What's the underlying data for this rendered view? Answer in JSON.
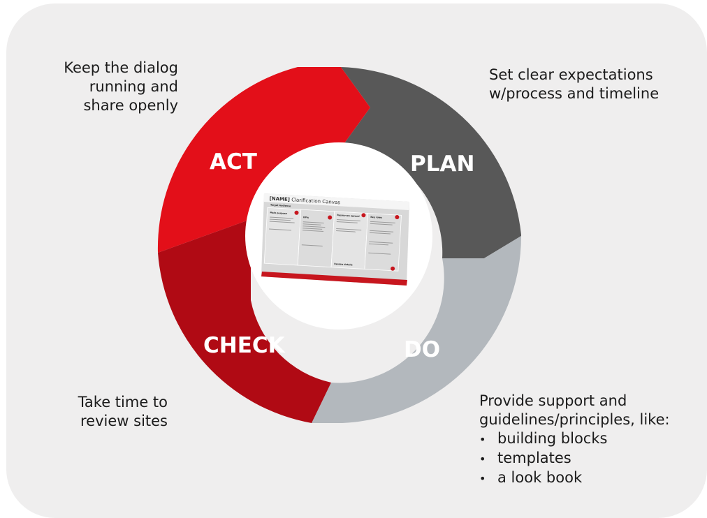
{
  "cycle": {
    "act": {
      "label": "ACT",
      "color": "#e30f19"
    },
    "plan": {
      "label": "PLAN",
      "color": "#585858"
    },
    "do": {
      "label": "DO",
      "color": "#b3b8bd"
    },
    "check": {
      "label": "CHECK",
      "color": "#b00a14"
    }
  },
  "notes": {
    "act": [
      "Keep the dialog",
      "running and",
      "share openly"
    ],
    "plan": [
      "Set clear expectations",
      "w/process and timeline"
    ],
    "check": [
      "Take time to",
      "review sites"
    ],
    "do": {
      "intro": [
        "Provide support and",
        "guidelines/principles, like:"
      ],
      "items": [
        "building blocks",
        "templates",
        "a look book"
      ]
    }
  },
  "thumbnail": {
    "title_bold": "[NAME]",
    "title_rest": " Clarification Canvas",
    "sections": [
      "Target Audience",
      "Main purpose",
      "KPIs",
      "Resources agreed",
      "Key roles",
      "Review details"
    ]
  }
}
